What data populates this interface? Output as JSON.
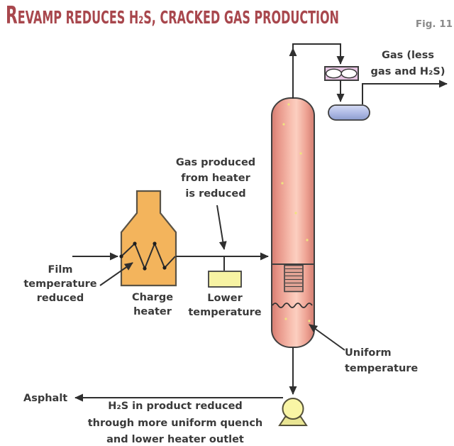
{
  "header": {
    "title_initial": "R",
    "title_rest": "EVAMP REDUCES H₂S, CRACKED GAS PRODUCTION",
    "fig_label": "Fig. 11"
  },
  "labels": {
    "film": "Film\ntemperature\nreduced",
    "charge_heater": "Charge\nheater",
    "gas_produced": "Gas produced\nfrom heater\nis reduced",
    "lower_temperature": "Lower\ntemperature",
    "uniform_temperature": "Uniform\ntemperature",
    "gas_out": "Gas (less\ngas and H₂S)",
    "asphalt": "Asphalt",
    "h2s_caption": "H₂S in product reduced\nthrough more uniform quench\nand lower heater outlet"
  },
  "colors": {
    "heater": "#f3b45c",
    "column_edge": "#d27c70",
    "column_center": "#fac3b4",
    "condenser_box": "#e6c4e2",
    "drum": "#aeb9e2",
    "pump": "#f9f5a5",
    "indicator_box": "#f7f3a3",
    "line": "#2f2f2f",
    "title": "#a8474d"
  }
}
